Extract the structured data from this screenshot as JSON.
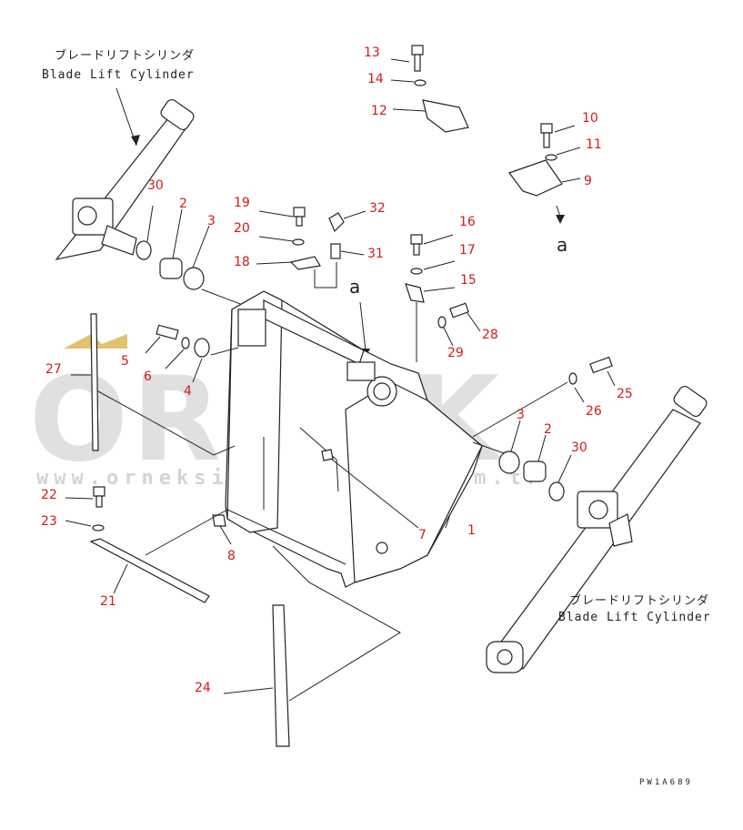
{
  "watermark": {
    "brand": "ORNEK",
    "url": "www.orneksismakinalari.com.tr",
    "accent_color": "#d9b44a"
  },
  "cylinder_label_left": {
    "jp": "ブレードリフトシリンダ",
    "en": "Blade Lift Cylinder"
  },
  "cylinder_label_right": {
    "jp": "ブレードリフトシリンダ",
    "en": "Blade Lift Cylinder"
  },
  "view_label": "a",
  "drawing_code": "PW1A689",
  "callout_color": "#d21a1a",
  "callouts": {
    "c13": "13",
    "c14": "14",
    "c12": "12",
    "c10": "10",
    "c11": "11",
    "c9": "9",
    "c30a": "30",
    "c2a": "2",
    "c3a": "3",
    "c19": "19",
    "c20": "20",
    "c18": "18",
    "c32": "32",
    "c31": "31",
    "c16": "16",
    "c17": "17",
    "c15": "15",
    "c28": "28",
    "c29": "29",
    "c5": "5",
    "c6": "6",
    "c4": "4",
    "c27": "27",
    "c25": "25",
    "c26": "26",
    "c3b": "3",
    "c2b": "2",
    "c30b": "30",
    "c1": "1",
    "c7": "7",
    "c8": "8",
    "c22": "22",
    "c23": "23",
    "c21": "21",
    "c24": "24"
  }
}
